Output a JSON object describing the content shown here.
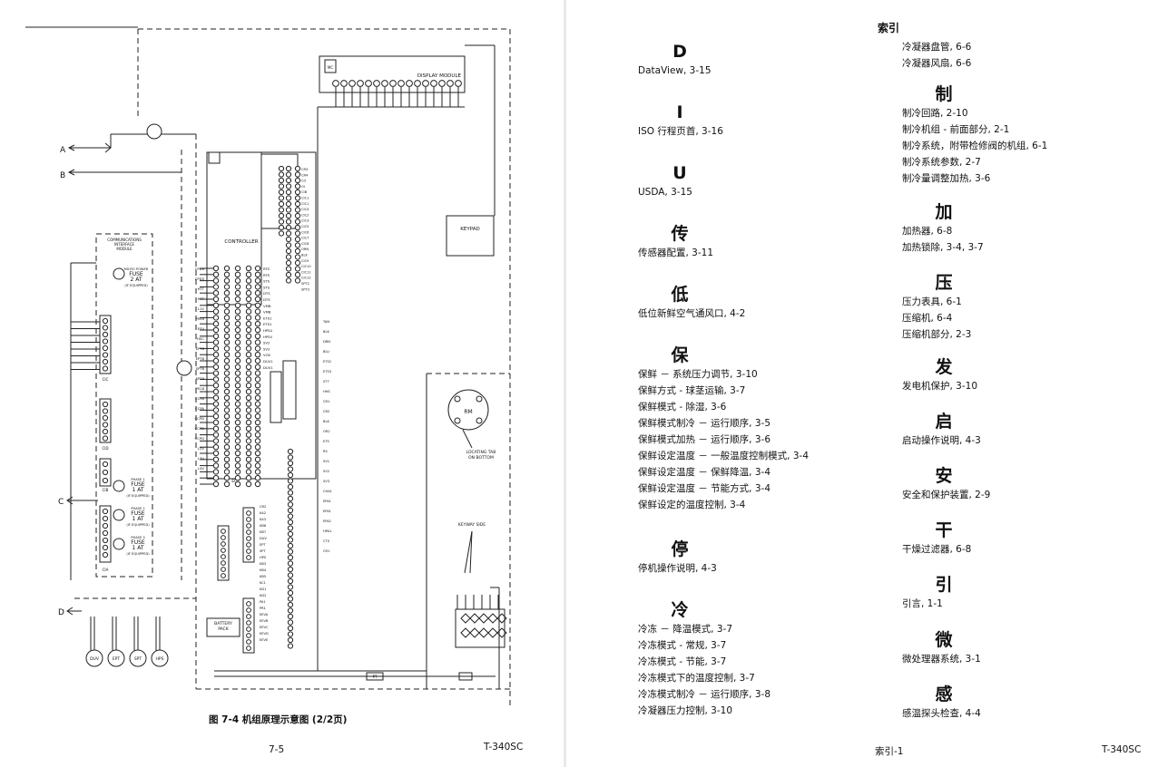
{
  "left_page": {
    "diagram_labels": {
      "display_module": "DISPLAY MODULE",
      "mc": "MC",
      "keypad": "KEYPAD",
      "controller": "CONTROLLER",
      "comm_module": [
        "COMMUNICATIONS",
        "INTERFACE",
        "MODULE"
      ],
      "fuse_main": [
        "MICRO POWER",
        "FUSE",
        "2 AT",
        "(IF EQUIPPED)"
      ],
      "fuse_phase1": [
        "PHASE 1",
        "FUSE",
        "1 AT",
        "(IF EQUIPPED)"
      ],
      "fuse_phase2": [
        "PHASE 2",
        "FUSE",
        "1 AT",
        "(IF EQUIPPED)"
      ],
      "fuse_phase3": [
        "PHASE 3",
        "FUSE",
        "1 AT",
        "(IF EQUIPPED)"
      ],
      "cic": "CIC",
      "cid": "CID",
      "cib": "CIB",
      "cia": "CIA",
      "rm": "RM",
      "locating_tab": [
        "LOCATING TAB",
        "ON BOTTOM"
      ],
      "keyway_side": "KEYWAY SIDE",
      "battery_pack": [
        "BATTERY",
        "PACK"
      ],
      "connectors": [
        "A",
        "B",
        "C",
        "D"
      ],
      "sensors": [
        "DUV",
        "EPT",
        "SPT",
        "HPS"
      ],
      "ec": "EC",
      "controller_left_labels": [
        "CPDS",
        "CPDS",
        "HTT",
        "HTT",
        "L1V",
        "PR48",
        "ESV",
        "HSC",
        "EPT8",
        "EPT8",
        "SPT8",
        "SPT8",
        "PR18",
        "CCPA",
        "CCPA",
        "CCPD",
        "CCPD",
        "CCPD",
        "L2V",
        "L3V",
        "L4V"
      ],
      "controller_right_labels": [
        "RTS",
        "RTS",
        "STS",
        "STS",
        "DTS",
        "DTS",
        "VMB",
        "VMB",
        "ETS1",
        "ETS1",
        "HPS4",
        "HPS4",
        "SV2",
        "SV2",
        "VCB",
        "DUV1",
        "DUV1"
      ],
      "mr_labels": [
        "CR3",
        "CR4",
        "CO",
        "OI",
        "CIB",
        "CIC1",
        "CIC1",
        "CIC4",
        "CIC2",
        "CIC3",
        "CIC5",
        "CIC6",
        "CIC7",
        "CIC8",
        "ORN",
        "BLK",
        "CIC9",
        "CIC10",
        "CIC11",
        "CIC12",
        "SPT2",
        "SPT3"
      ],
      "misc_labels": [
        "TAN",
        "BLK",
        "DRN",
        "BLU",
        "ETS2",
        "ETS3",
        "ST7",
        "HHS",
        "CR1",
        "CR2",
        "BLK",
        "OR2",
        "ETS",
        "RS",
        "SV1",
        "SV2",
        "SV3",
        "CHA1",
        "EPA1",
        "EPA1",
        "EPA2",
        "HPA1",
        "CTS",
        "CR1",
        "CR2",
        "KA2",
        "KA3",
        "KB6",
        "KB7",
        "DUV",
        "EPT",
        "SPT",
        "HPS",
        "KB3",
        "KB4",
        "KB5",
        "KC1",
        "KD1",
        "KD2",
        "PA1",
        "PR1",
        "EEVA",
        "EEVB",
        "EEVC",
        "EEVD",
        "EEVE"
      ]
    },
    "caption": "图 7-4 机组原理示意图 (2/2页)",
    "page_number": "7-5",
    "doc_id": "T-340SC"
  },
  "right_page": {
    "header": "索引",
    "column1": [
      {
        "letter": "D",
        "entries": [
          "DataView, 3-15"
        ]
      },
      {
        "letter": "I",
        "entries": [
          "ISO 行程页首, 3-16"
        ]
      },
      {
        "letter": "U",
        "entries": [
          "USDA, 3-15"
        ]
      },
      {
        "letter": "传",
        "entries": [
          "传感器配置, 3-11"
        ]
      },
      {
        "letter": "低",
        "entries": [
          "低位新鲜空气通风口, 4-2"
        ]
      },
      {
        "letter": "保",
        "entries": [
          "保鲜 － 系统压力调节, 3-10",
          "保鲜方式 - 球茎运输, 3-7",
          "保鲜模式 - 除湿, 3-6",
          "保鲜模式制冷 － 运行顺序, 3-5",
          "保鲜模式加热 － 运行顺序, 3-6",
          "保鲜设定温度 － 一般温度控制模式, 3-4",
          "保鲜设定温度 － 保鲜降温, 3-4",
          "保鲜设定温度 － 节能方式, 3-4",
          "保鲜设定的温度控制, 3-4"
        ]
      },
      {
        "letter": "停",
        "entries": [
          "停机操作说明, 4-3"
        ]
      },
      {
        "letter": "冷",
        "entries": [
          "冷冻 － 降温模式, 3-7",
          "冷冻模式 - 常规, 3-7",
          "冷冻模式 - 节能, 3-7",
          "冷冻模式下的温度控制, 3-7",
          "冷冻模式制冷 － 运行顺序, 3-8",
          "冷凝器压力控制, 3-10"
        ]
      }
    ],
    "column2": [
      {
        "letter": "",
        "entries": [
          "冷凝器盘管, 6-6",
          "冷凝器风扇, 6-6"
        ]
      },
      {
        "letter": "制",
        "entries": [
          "制冷回路, 2-10",
          "制冷机组 - 前面部分, 2-1",
          "制冷系统，附带检修阀的机组, 6-1",
          "制冷系统参数, 2-7",
          "制冷量调整加热, 3-6"
        ]
      },
      {
        "letter": "加",
        "entries": [
          "加热器, 6-8",
          "加热锁除, 3-4, 3-7"
        ]
      },
      {
        "letter": "压",
        "entries": [
          "压力表具, 6-1",
          "压缩机, 6-4",
          "压缩机部分, 2-3"
        ]
      },
      {
        "letter": "发",
        "entries": [
          "发电机保护, 3-10"
        ]
      },
      {
        "letter": "启",
        "entries": [
          "启动操作说明, 4-3"
        ]
      },
      {
        "letter": "安",
        "entries": [
          "安全和保护装置, 2-9"
        ]
      },
      {
        "letter": "干",
        "entries": [
          "干燥过滤器, 6-8"
        ]
      },
      {
        "letter": "引",
        "entries": [
          "引言, 1-1"
        ]
      },
      {
        "letter": "微",
        "entries": [
          "微处理器系统, 3-1"
        ]
      },
      {
        "letter": "感",
        "entries": [
          "感温探头检查, 4-4"
        ]
      }
    ],
    "page_number": "索引-1",
    "doc_id": "T-340SC"
  }
}
